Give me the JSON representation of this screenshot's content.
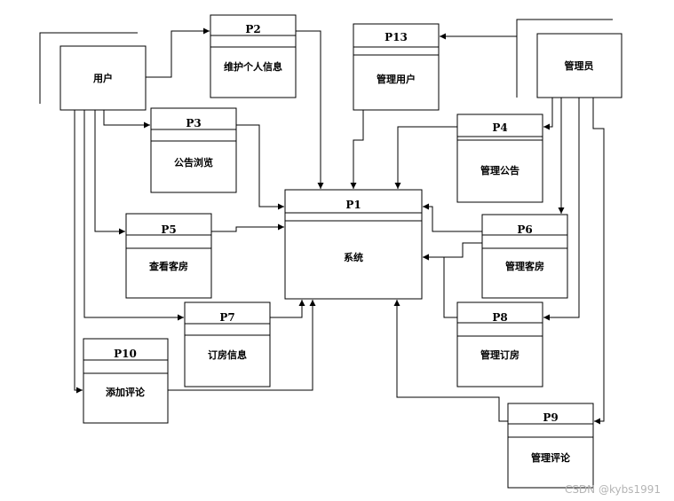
{
  "entities": {
    "user": "用户",
    "admin": "管理员"
  },
  "processes": {
    "p1": {
      "id": "P1",
      "name": "系统"
    },
    "p2": {
      "id": "P2",
      "name": "维护个人信息"
    },
    "p3": {
      "id": "P3",
      "name": "公告浏览"
    },
    "p4": {
      "id": "P4",
      "name": "管理公告"
    },
    "p5": {
      "id": "P5",
      "name": "查看客房"
    },
    "p6": {
      "id": "P6",
      "name": "管理客房"
    },
    "p7": {
      "id": "P7",
      "name": "订房信息"
    },
    "p8": {
      "id": "P8",
      "name": "管理订房"
    },
    "p9": {
      "id": "P9",
      "name": "管理评论"
    },
    "p10": {
      "id": "P10",
      "name": "添加评论"
    },
    "p13": {
      "id": "P13",
      "name": "管理用户"
    }
  },
  "watermark": "CSDN @kybs1991"
}
